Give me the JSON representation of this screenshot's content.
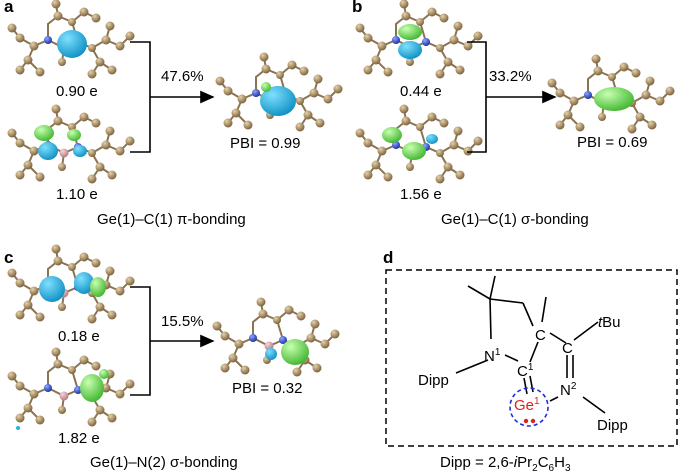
{
  "colors": {
    "atom_carbon": "#a0845c",
    "atom_nitrogen": "#2a4fcf",
    "atom_germanium": "#d9a0a8",
    "lobe_cyan": "#1fb4e6",
    "lobe_green": "#6fdc5a",
    "ge_label": "#e0201b",
    "ge_circle": "#1d2fd8"
  },
  "panel_a": {
    "label": "a",
    "electrons_top": "0.90 e",
    "electrons_bottom": "1.10 e",
    "percentage": "47.6%",
    "pbi": "PBI = 0.99",
    "caption": "Ge(1)–C(1) π-bonding"
  },
  "panel_b": {
    "label": "b",
    "electrons_top": "0.44 e",
    "electrons_bottom": "1.56 e",
    "percentage": "33.2%",
    "pbi": "PBI = 0.69",
    "caption": "Ge(1)–C(1) σ-bonding"
  },
  "panel_c": {
    "label": "c",
    "electrons_top": "0.18 e",
    "electrons_bottom": "1.82 e",
    "percentage": "15.5%",
    "pbi": "PBI = 0.32",
    "caption": "Ge(1)–N(2) σ-bonding"
  },
  "panel_d": {
    "label": "d",
    "tbu": "tBu",
    "tbu_italic": "t",
    "tbu_rest": "Bu",
    "n1": "N",
    "n1_sup": "1",
    "c1": "C",
    "c1_sup": "1",
    "c_ring": "C",
    "c_imine": "C",
    "n2": "N",
    "n2_sup": "2",
    "ge": "Ge",
    "ge_sup": "1",
    "dipp_left": "Dipp",
    "dipp_right": "Dipp",
    "footnote": "Dipp = 2,6-iPr2C6H3",
    "footnote_pre": "Dipp = 2,6-",
    "footnote_i": "i",
    "footnote_pr": "Pr",
    "footnote_2": "2",
    "footnote_c": "C",
    "footnote_6": "6",
    "footnote_h": "H",
    "footnote_3": "3"
  }
}
